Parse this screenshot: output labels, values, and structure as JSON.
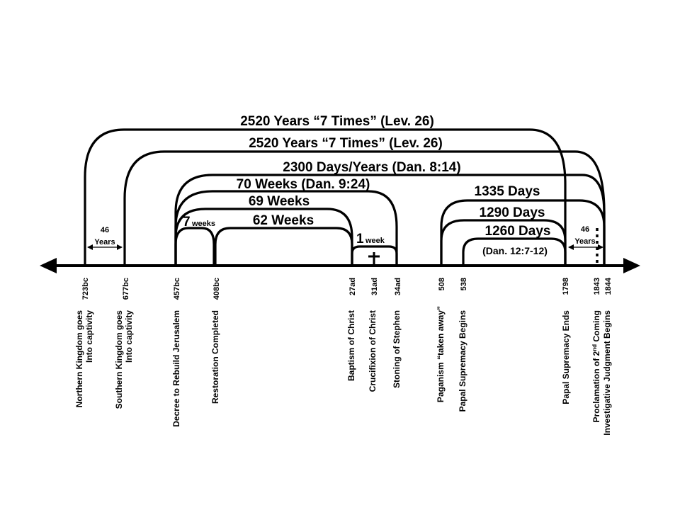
{
  "periods": {
    "p2520_a": "2520 Years  “7 Times”  (Lev. 26)",
    "p2520_b": "2520 Years  “7 Times”  (Lev. 26)",
    "p2300": "2300 Days/Years  (Dan. 8:14)",
    "p70": "70 Weeks (Dan. 9:24)",
    "p69": "69 Weeks",
    "p62": "62 Weeks",
    "p7_num": "7",
    "p7_unit": "weeks",
    "p1_num": "1",
    "p1_unit": "week",
    "p1335": "1335 Days",
    "p1290": "1290 Days",
    "p1260": "1260 Days",
    "dan12": "(Dan. 12:7-12)",
    "gap_left_num": "46",
    "gap_left_unit": "Years",
    "gap_right_num": "46",
    "gap_right_unit": "Years"
  },
  "dates": {
    "d723": "723bc",
    "d677": "677bc",
    "d457": "457bc",
    "d408": "408bc",
    "d27": "27ad",
    "d31": "31ad",
    "d34": "34ad",
    "d508": "508",
    "d538": "538",
    "d1798": "1798",
    "d1843": "1843",
    "d1844": "1844"
  },
  "events": {
    "northern_1": "Northern Kingdom goes",
    "northern_2": "Into captivity",
    "southern_1": "Southern Kingdom goes",
    "southern_2": "Into captivity",
    "decree": "Decree to Rebuild Jerusalem",
    "restoration": "Restoration  Completed",
    "baptism": "Baptism of Christ",
    "crucifixion": "Crucifixion of Christ",
    "stoning": "Stoning of Stephen",
    "paganism": "Paganism “taken away”",
    "papal_begins": "Papal Supremacy Begins",
    "papal_ends": "Papal Supremacy Ends",
    "proclamation_pre": "Proclamation of 2",
    "proclamation_sup": "nd",
    "proclamation_post": " Coming",
    "investigative": "Investigative Judgment Begins"
  }
}
